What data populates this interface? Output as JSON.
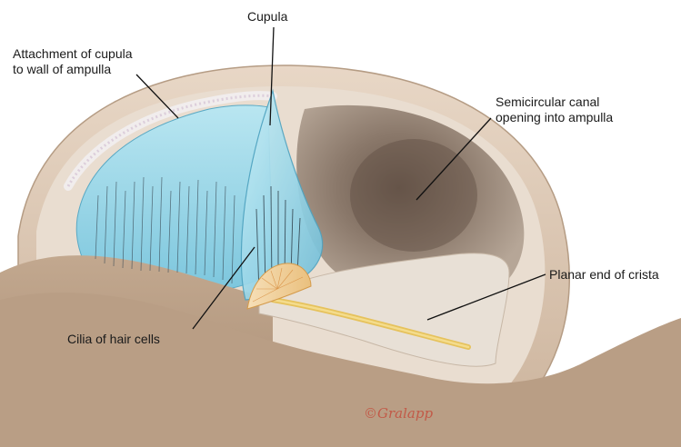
{
  "diagram": {
    "labels": {
      "attachment": [
        "Attachment of cupula",
        "to wall of ampulla"
      ],
      "cupula": "Cupula",
      "semicircular": [
        "Semicircular canal",
        "opening into ampulla"
      ],
      "planar": "Planar end of crista",
      "cilia": "Cilia of hair cells"
    },
    "signature": "©Gralapp",
    "colors": {
      "cupula_fill": "#9fd8e8",
      "canal_opening": "#7a6a5e",
      "bone_shell": "#d9c5b2",
      "tissue": "#b59a82",
      "crista": "#f2c98a"
    }
  }
}
